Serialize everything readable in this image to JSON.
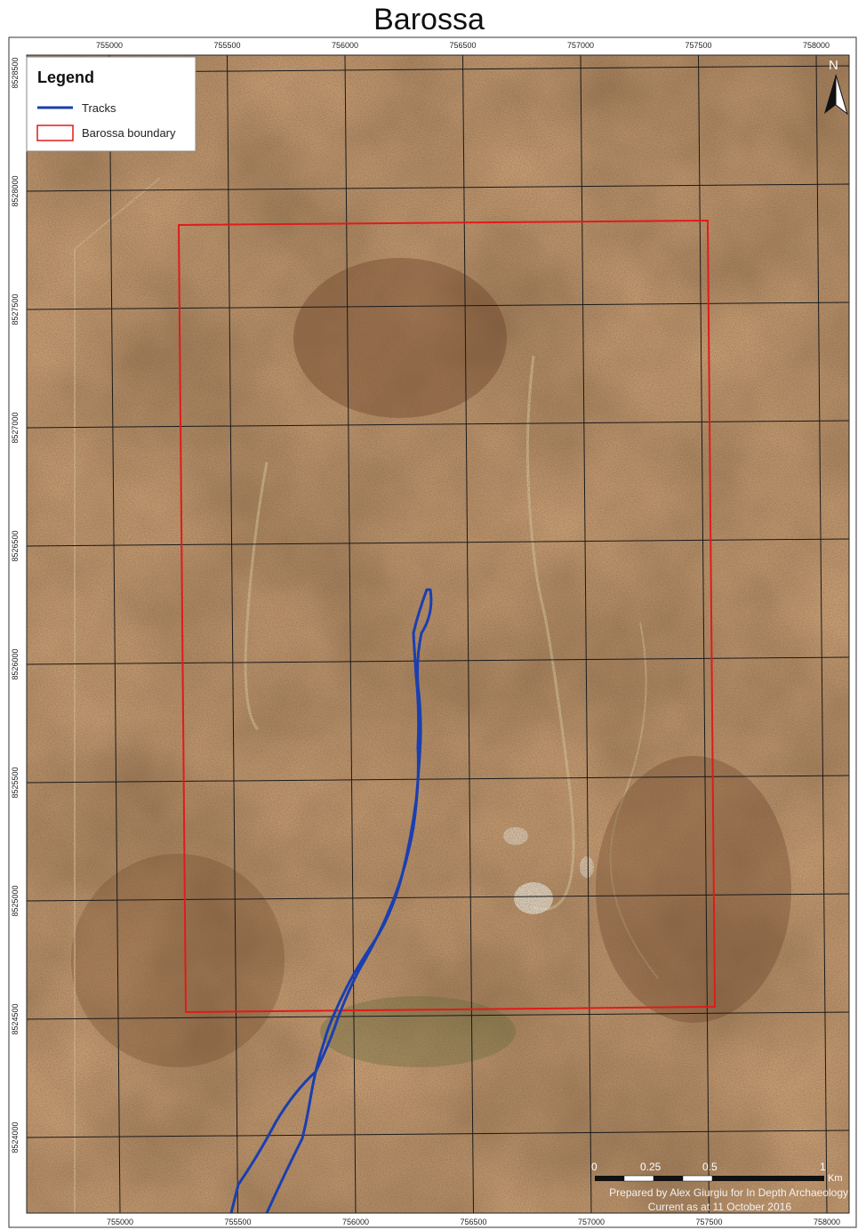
{
  "title": "Barossa",
  "legend": {
    "heading": "Legend",
    "items": [
      {
        "label": "Tracks",
        "color": "#1a3fb0",
        "symbol": "line"
      },
      {
        "label": "Barossa boundary",
        "color": "#e01b1b",
        "symbol": "rect"
      }
    ]
  },
  "north_arrow": {
    "label": "N"
  },
  "scale_bar": {
    "labels": [
      "0",
      "0.25",
      "0.5",
      "1"
    ],
    "unit": "Km"
  },
  "credits": {
    "prepared_by": "Prepared by Alex Giurgiu for In Depth Archaeology",
    "current_as_at": "Current as at 11 October 2016"
  },
  "grid": {
    "eastings_top": [
      "755000",
      "755500",
      "756000",
      "756500",
      "757000",
      "757500",
      "758000"
    ],
    "eastings_bottom": [
      "755000",
      "755500",
      "756000",
      "756500",
      "757000",
      "757500",
      "758000"
    ],
    "northings_left": [
      "8528500",
      "8528000",
      "8527500",
      "8527000",
      "8526500",
      "8526000",
      "8525500",
      "8525000",
      "8524500",
      "8524000"
    ]
  },
  "colors": {
    "imagery_base": "#8b5a35",
    "imagery_dark": "#6e3f22",
    "imagery_light": "#a27447",
    "grid": "#1a1a1a",
    "boundary": "#e01b1b",
    "tracks": "#1a3fb0"
  }
}
